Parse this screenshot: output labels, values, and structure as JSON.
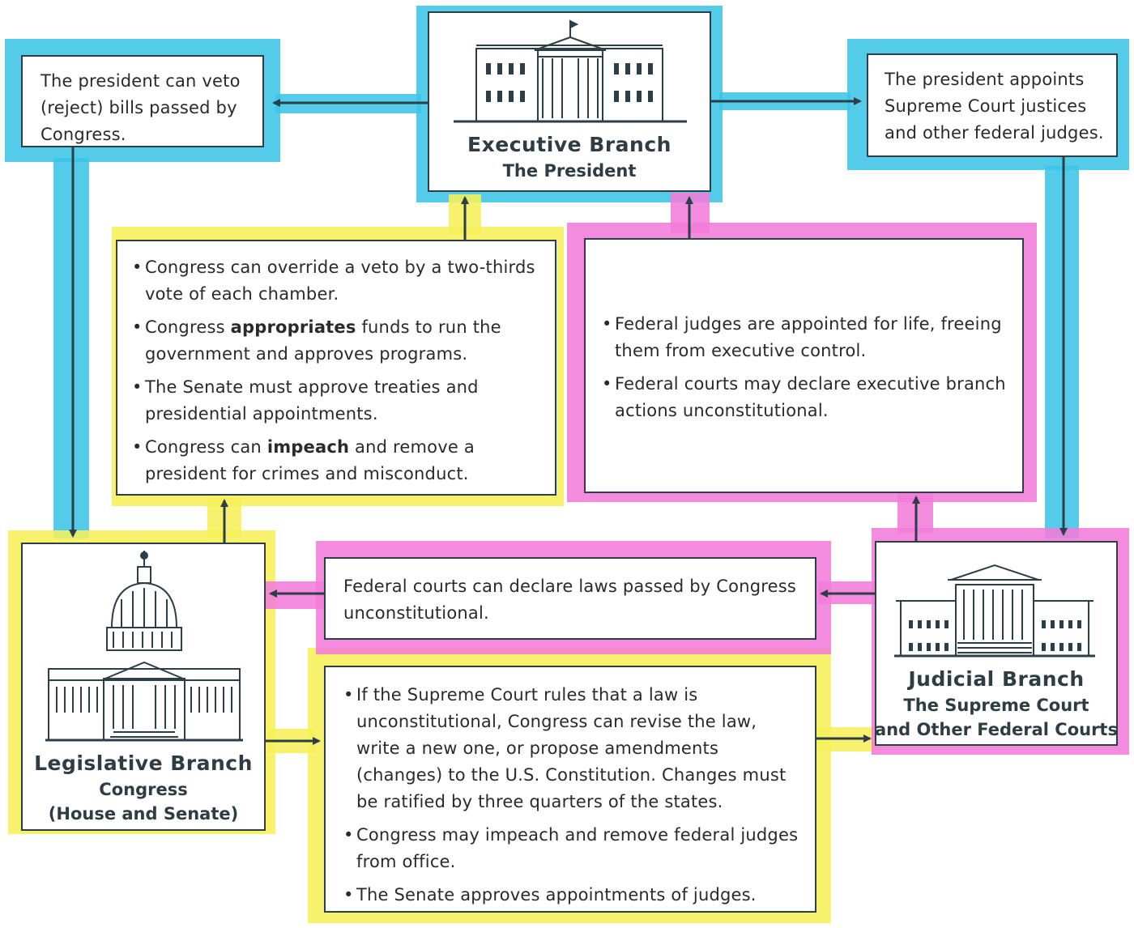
{
  "executive": {
    "name": "Executive Branch",
    "sub": "The President"
  },
  "legislative": {
    "name": "Legislative Branch",
    "sub1": "Congress",
    "sub2": "(House and Senate)"
  },
  "judicial": {
    "name": "Judicial Branch",
    "sub1": "The Supreme Court",
    "sub2": "and Other Federal Courts"
  },
  "checks": {
    "veto": "The president can veto (reject) bills passed by Congress.",
    "appoints": "The president appoints Supreme Court justices and other federal judges.",
    "congress_on_exec": [
      {
        "pre": "Congress can override a veto by a two-thirds vote of each chamber.",
        "bold": "",
        "post": ""
      },
      {
        "pre": "Congress ",
        "bold": "appropriates",
        "post": " funds to run the government and approves programs."
      },
      {
        "pre": "The Senate must approve treaties and presidential appointments.",
        "bold": "",
        "post": ""
      },
      {
        "pre": "Congress can ",
        "bold": "impeach",
        "post": " and remove a president for crimes and misconduct."
      }
    ],
    "judges_on_exec": [
      "Federal judges are appointed for life, freeing them from executive control.",
      "Federal courts may declare executive branch actions unconstitutional."
    ],
    "courts_on_laws": "Federal courts can declare laws passed by Congress unconstitutional.",
    "congress_on_courts": [
      "If the Supreme Court rules that a law is unconstitutional, Congress can revise the law, write a new one, or propose amendments (changes) to the U.S. Constitution. Changes must be ratified by three quarters of the states.",
      "Congress may impeach and remove federal judges from office.",
      "The Senate approves appointments of judges."
    ]
  },
  "colors": {
    "executive_highlight": "#3cc4e6",
    "legislative_highlight": "#f6ef5a",
    "judicial_highlight": "#f17bd9",
    "line": "#2c3e47"
  }
}
